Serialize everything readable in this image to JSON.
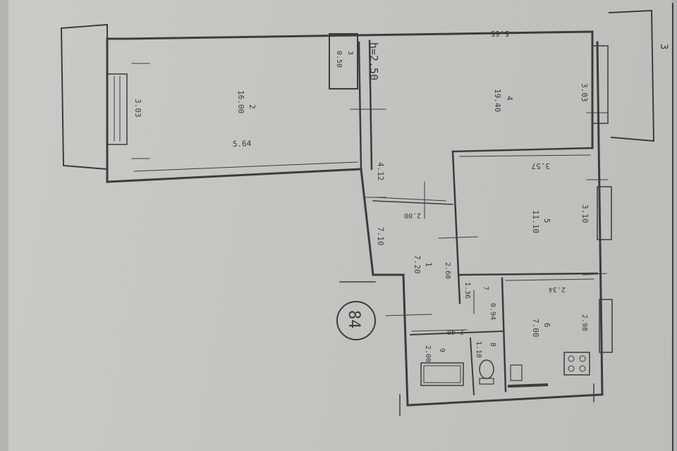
{
  "plan": {
    "sheet_mark": "3",
    "apartment_number": "84",
    "ceiling_height": "h=2.50",
    "rooms": [
      {
        "number": "1",
        "area": "7.20"
      },
      {
        "number": "2",
        "area": "16.00"
      },
      {
        "number": "4",
        "area": "19.40"
      },
      {
        "number": "5",
        "area": "11.10"
      },
      {
        "number": "6",
        "area": "7.00"
      },
      {
        "number": "7",
        "area": "1.36"
      },
      {
        "number": "8",
        "area": "1.10"
      },
      {
        "number": "9",
        "area": "2.00"
      },
      {
        "number": "3",
        "area": "0.50"
      }
    ],
    "dimensions": {
      "room2_length": "5.64",
      "room2_width": "3.03",
      "room4_length": "5.65",
      "room4_width": "3.03",
      "room5_length": "3.57",
      "room5_width": "3.10",
      "room6_length": "2.34",
      "room6_width": "2.98",
      "hall_length": "4.12",
      "hall_width": "2.00",
      "hall_lower": "7.10",
      "hall_span": "2.60",
      "corridor": "0.94",
      "bath_length": "2.40"
    }
  }
}
